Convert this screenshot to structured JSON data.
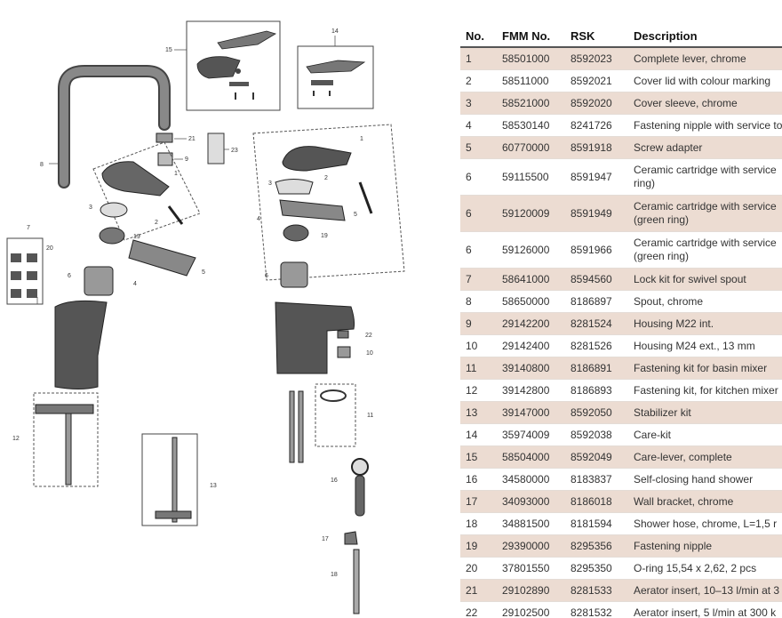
{
  "table": {
    "headers": [
      "No.",
      "FMM No.",
      "RSK",
      "Description"
    ],
    "rows": [
      [
        "1",
        "58501000",
        "8592023",
        "Complete lever, chrome"
      ],
      [
        "2",
        "58511000",
        "8592021",
        "Cover lid with colour marking"
      ],
      [
        "3",
        "58521000",
        "8592020",
        "Cover sleeve, chrome"
      ],
      [
        "4",
        "58530140",
        "8241726",
        "Fastening nipple with service to"
      ],
      [
        "5",
        "60770000",
        "8591918",
        "Screw adapter"
      ],
      [
        "6",
        "59115500",
        "8591947",
        "Ceramic cartridge with service ring)"
      ],
      [
        "6",
        "59120009",
        "8591949",
        "Ceramic cartridge with service (green ring)"
      ],
      [
        "6",
        "59126000",
        "8591966",
        "Ceramic cartridge with service (green ring)"
      ],
      [
        "7",
        "58641000",
        "8594560",
        "Lock kit for swivel spout"
      ],
      [
        "8",
        "58650000",
        "8186897",
        "Spout, chrome"
      ],
      [
        "9",
        "29142200",
        "8281524",
        "Housing M22 int."
      ],
      [
        "10",
        "29142400",
        "8281526",
        "Housing M24 ext., 13 mm"
      ],
      [
        "11",
        "39140800",
        "8186891",
        "Fastening kit for basin mixer"
      ],
      [
        "12",
        "39142800",
        "8186893",
        "Fastening kit, for kitchen mixer"
      ],
      [
        "13",
        "39147000",
        "8592050",
        "Stabilizer kit"
      ],
      [
        "14",
        "35974009",
        "8592038",
        "Care-kit"
      ],
      [
        "15",
        "58504000",
        "8592049",
        "Care-lever, complete"
      ],
      [
        "16",
        "34580000",
        "8183837",
        "Self-closing hand shower"
      ],
      [
        "17",
        "34093000",
        "8186018",
        "Wall bracket, chrome"
      ],
      [
        "18",
        "34881500",
        "8181594",
        "Shower hose, chrome, L=1,5 r"
      ],
      [
        "19",
        "29390000",
        "8295356",
        "Fastening nipple"
      ],
      [
        "20",
        "37801550",
        "8295350",
        "O-ring 15,54 x 2,62, 2 pcs"
      ],
      [
        "21",
        "29102890",
        "8281533",
        "Aerator insert, 10–13 l/min at 3"
      ],
      [
        "22",
        "29102500",
        "8281532",
        "Aerator insert, 5 l/min at 300 k"
      ]
    ]
  },
  "diagram": {
    "labels": [
      "15",
      "14",
      "21",
      "23",
      "9",
      "8",
      "1",
      "2",
      "3",
      "4",
      "19",
      "5",
      "6",
      "7",
      "20",
      "1",
      "2",
      "3",
      "4",
      "5",
      "19",
      "6",
      "22",
      "10",
      "11",
      "12",
      "13",
      "16",
      "17",
      "18"
    ]
  },
  "colors": {
    "row_alt": "#ecdcd2",
    "part_fill": "#555555",
    "line": "#333333"
  }
}
